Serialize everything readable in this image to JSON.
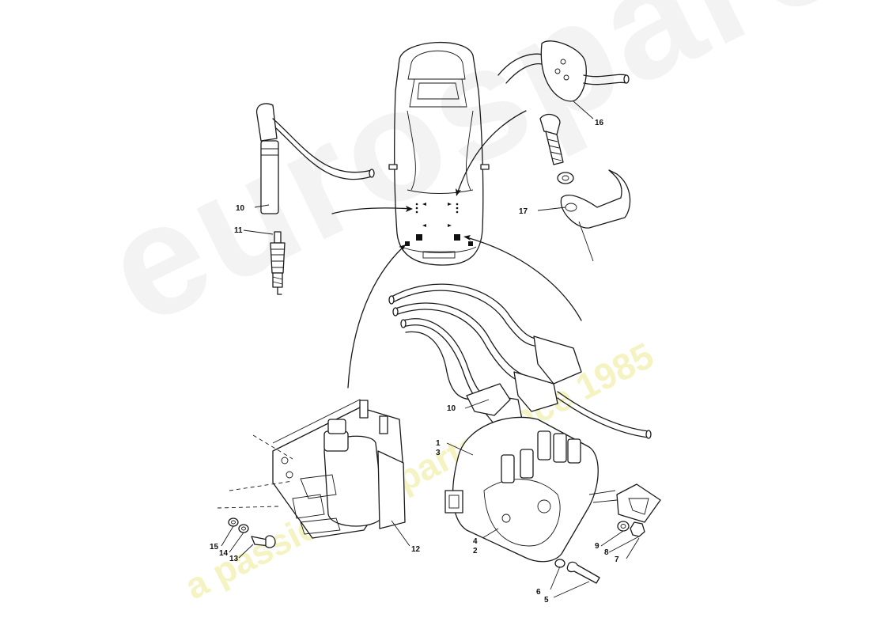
{
  "watermark": {
    "brand": "eurospares",
    "tagline": "a passion for parts since 1985"
  },
  "callouts": {
    "n1": "1",
    "n2": "2",
    "n3": "3",
    "n4": "4",
    "n5": "5",
    "n6": "6",
    "n7": "7",
    "n8": "8",
    "n9": "9",
    "n10a": "10",
    "n10b": "10",
    "n11": "11",
    "n12": "12",
    "n13": "13",
    "n14": "14",
    "n15": "15",
    "n16": "16",
    "n17": "17"
  },
  "colors": {
    "line": "#1a1a1a",
    "watermark_grey": "#c8c8c8",
    "watermark_yellow": "#e8e478"
  }
}
